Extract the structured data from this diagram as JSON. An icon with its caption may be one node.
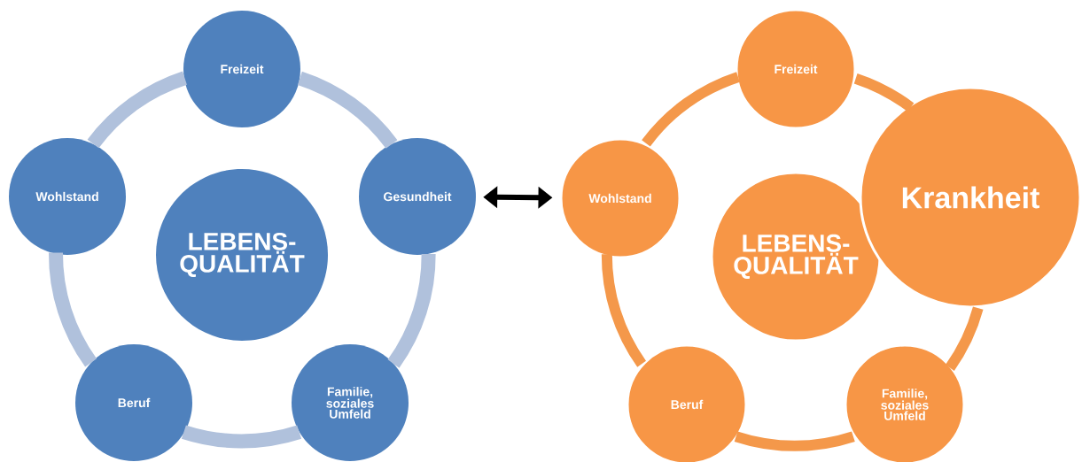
{
  "diagram": {
    "nodes": [
      {
        "text": [
          "LEBENS- QUALITÄT"
        ]
      },
      {
        "text": [
          "Freizeit"
        ]
      },
      {
        "text": [
          "Gesundheit"
        ]
      },
      {
        "text": [
          "Familie, soziales Umfeld"
        ]
      },
      {
        "text": [
          "Beruf"
        ]
      },
      {
        "text": [
          "Wohlstand"
        ]
      },
      {
        "text": [
          "LEBENS- QUALITÄT"
        ]
      },
      {
        "text": [
          "Freizeit"
        ]
      },
      {
        "text": [
          "Krankheit"
        ]
      },
      {
        "text": [
          "Familie, soziales Umfeld"
        ]
      },
      {
        "text": [
          "Beruf"
        ]
      },
      {
        "text": [
          "Wohlstand"
        ]
      }
    ],
    "edges": [
      {
        "from": 1,
        "to": 2,
        "arrow": "none",
        "color": "#b0c1dc"
      },
      {
        "from": 2,
        "to": 3,
        "arrow": "none",
        "color": "#b0c1dc"
      },
      {
        "from": 3,
        "to": 4,
        "arrow": "none",
        "color": "#b0c1dc"
      },
      {
        "from": 4,
        "to": 5,
        "arrow": "none",
        "color": "#b0c1dc"
      },
      {
        "from": 5,
        "to": 1,
        "arrow": "none",
        "color": "#b0c1dc"
      },
      {
        "from": 7,
        "to": 8,
        "arrow": "none",
        "color": "#f4984a"
      },
      {
        "from": 8,
        "to": 9,
        "arrow": "none",
        "color": "#f4984a"
      },
      {
        "from": 9,
        "to": 10,
        "arrow": "none",
        "color": "#f4984a"
      },
      {
        "from": 10,
        "to": 11,
        "arrow": "none",
        "color": "#f4984a"
      },
      {
        "from": 11,
        "to": 7,
        "arrow": "none",
        "color": "#f4984a"
      },
      {
        "from": 2,
        "to": 11,
        "arrow": "both",
        "color": "#000000"
      }
    ]
  }
}
